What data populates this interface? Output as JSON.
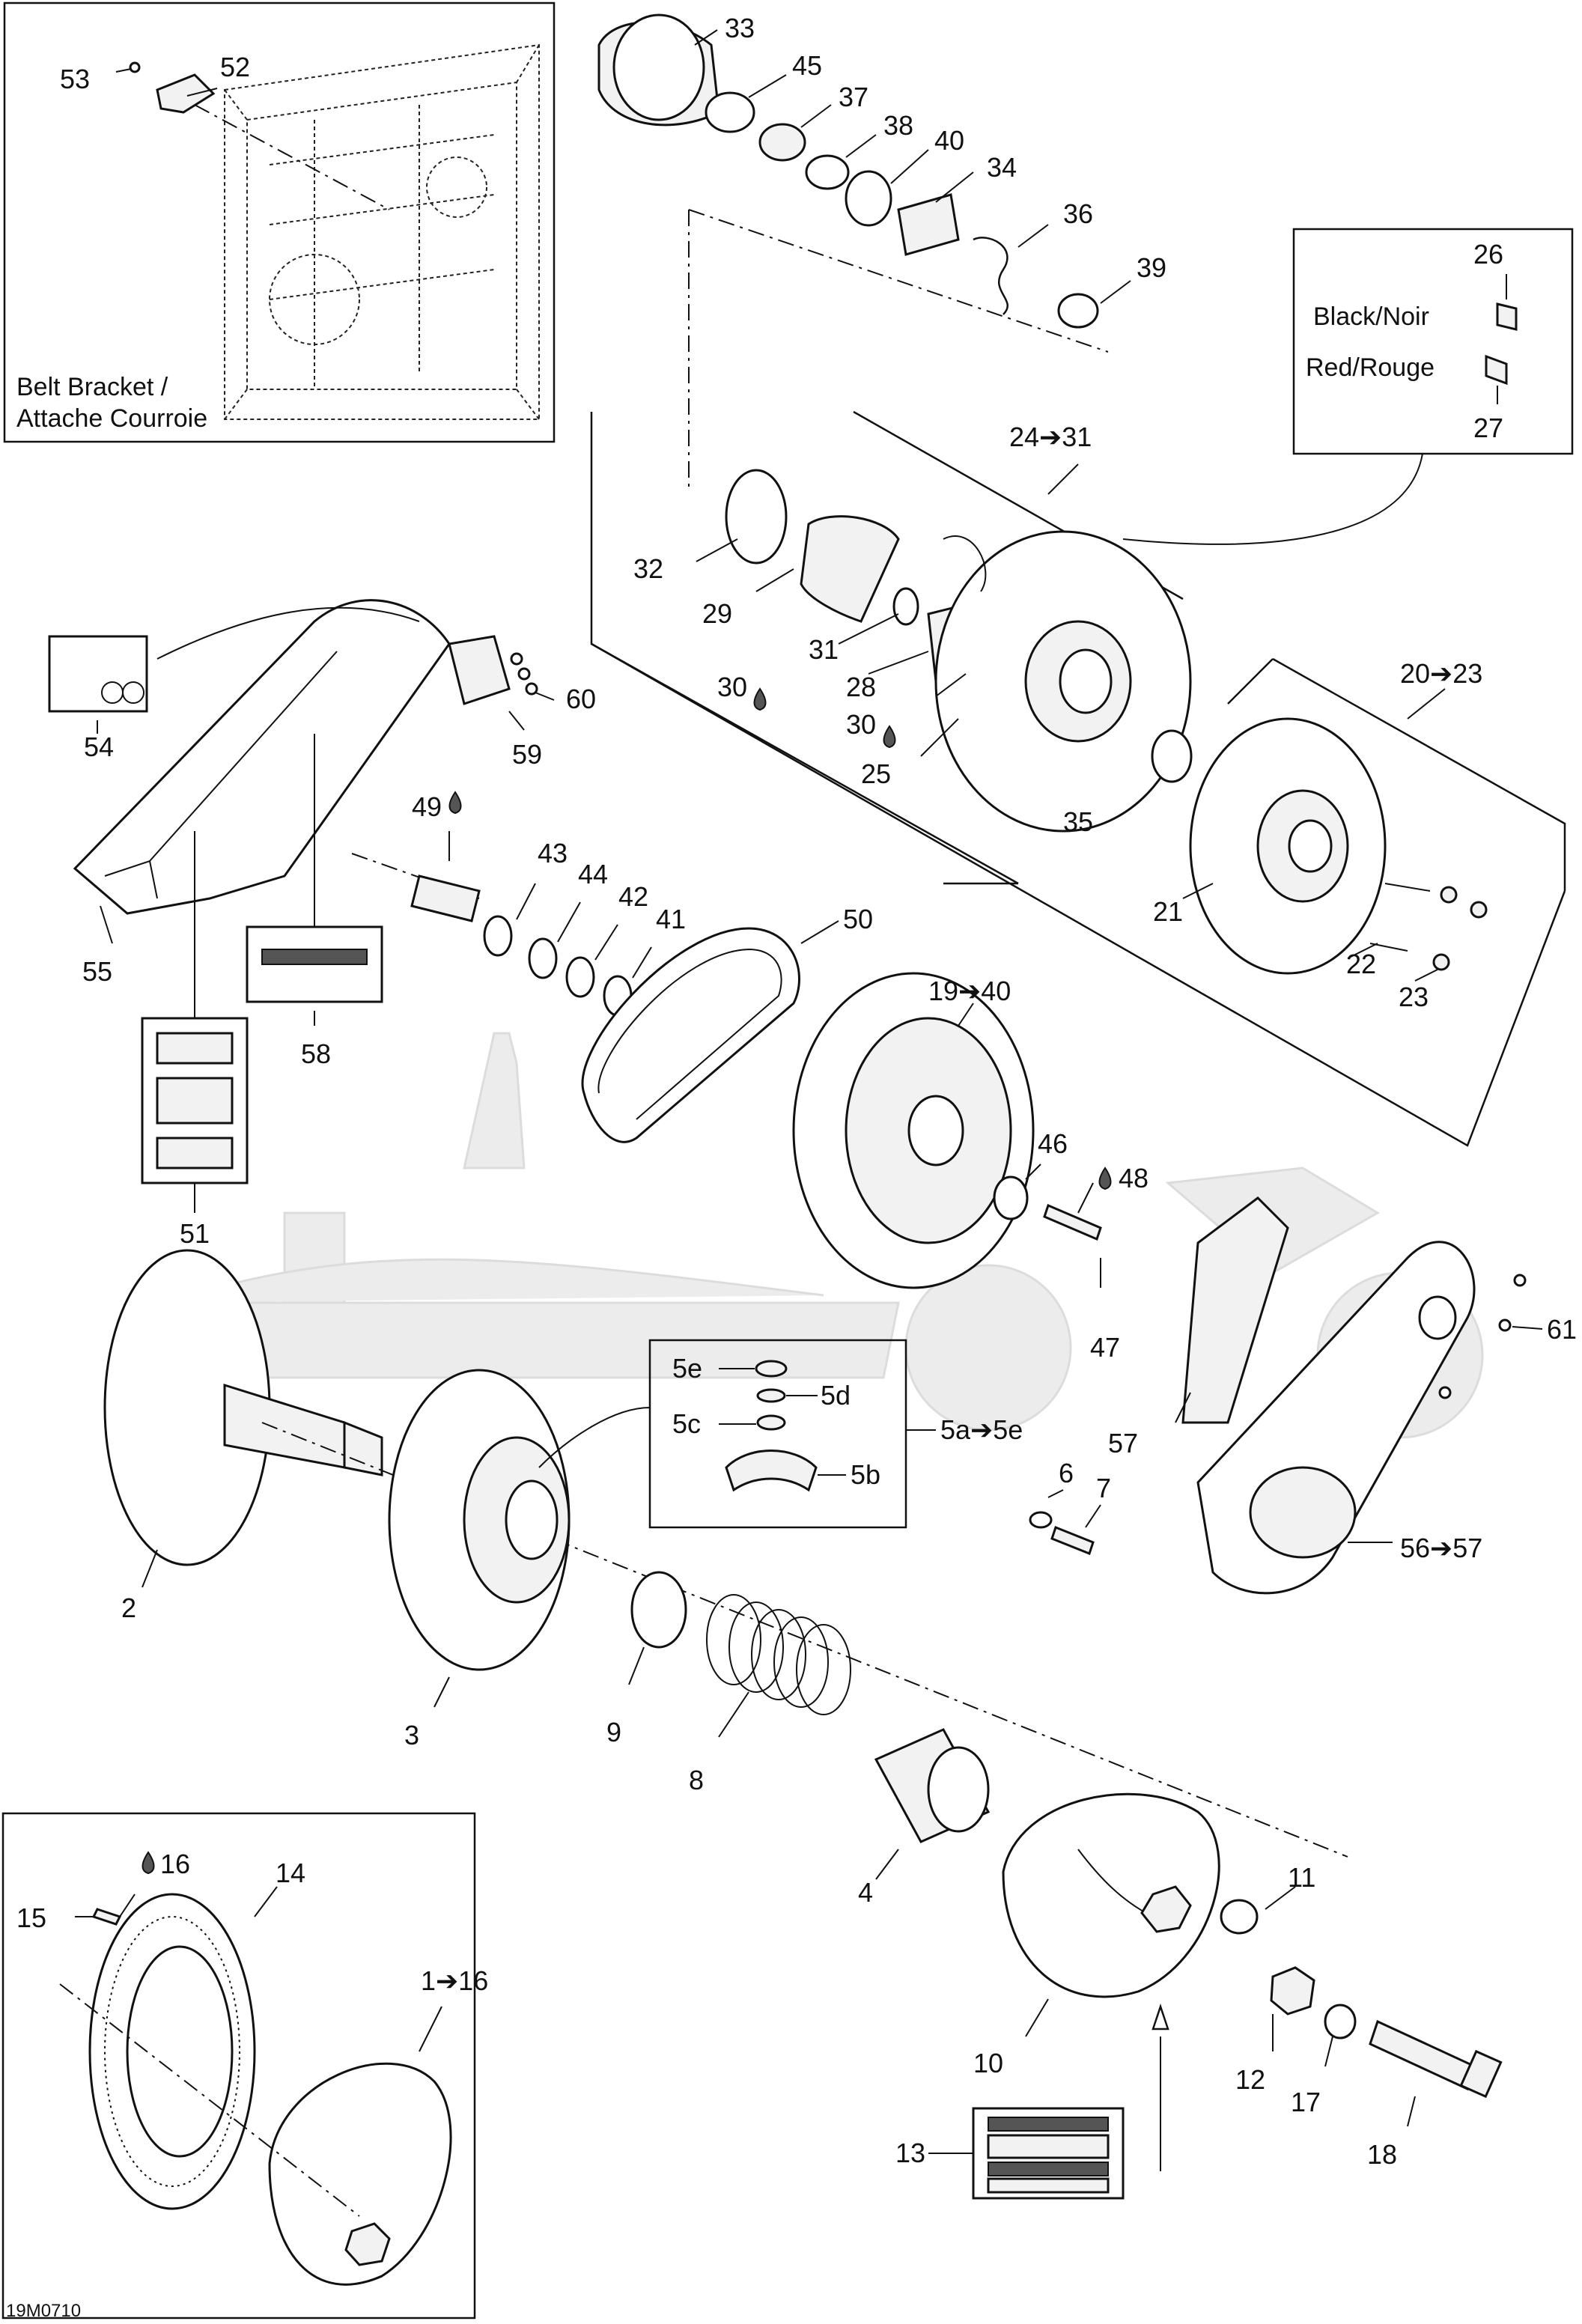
{
  "diagram_code": "19M0710",
  "inset_belt_bracket": {
    "title_line1": "Belt Bracket /",
    "title_line2": "Attache Courroie"
  },
  "inset_colors": {
    "item_top": "26",
    "label_top": "Black/Noir",
    "label_bottom": "Red/Rouge",
    "item_bottom": "27"
  },
  "inset_5": {
    "labels": [
      "5e",
      "5d",
      "5c",
      "5b"
    ],
    "group_label": "5a➔5e"
  },
  "callouts": {
    "c1_16": "1➔16",
    "c2": "2",
    "c3": "3",
    "c4": "4",
    "c6": "6",
    "c7": "7",
    "c8": "8",
    "c9": "9",
    "c10": "10",
    "c11": "11",
    "c12": "12",
    "c13": "13",
    "c14": "14",
    "c15": "15",
    "c16": "16",
    "c17": "17",
    "c18": "18",
    "c19_40": "19➔40",
    "c20_23": "20➔23",
    "c21": "21",
    "c22": "22",
    "c23": "23",
    "c24_31": "24➔31",
    "c25": "25",
    "c28": "28",
    "c29": "29",
    "c30a": "30",
    "c30b": "30",
    "c31": "31",
    "c32": "32",
    "c33": "33",
    "c34": "34",
    "c35": "35",
    "c36": "36",
    "c37": "37",
    "c38": "38",
    "c39": "39",
    "c40": "40",
    "c41": "41",
    "c42": "42",
    "c43": "43",
    "c44": "44",
    "c45": "45",
    "c46": "46",
    "c47": "47",
    "c48": "48",
    "c49": "49",
    "c50": "50",
    "c51": "51",
    "c52": "52",
    "c53": "53",
    "c54": "54",
    "c55": "55",
    "c56_57": "56➔57",
    "c57": "57",
    "c58": "58",
    "c59": "59",
    "c60": "60",
    "c61": "61"
  },
  "drop_icon": "oil-drop-icon",
  "colors": {
    "line": "#111111",
    "watermark": "#ececec"
  }
}
